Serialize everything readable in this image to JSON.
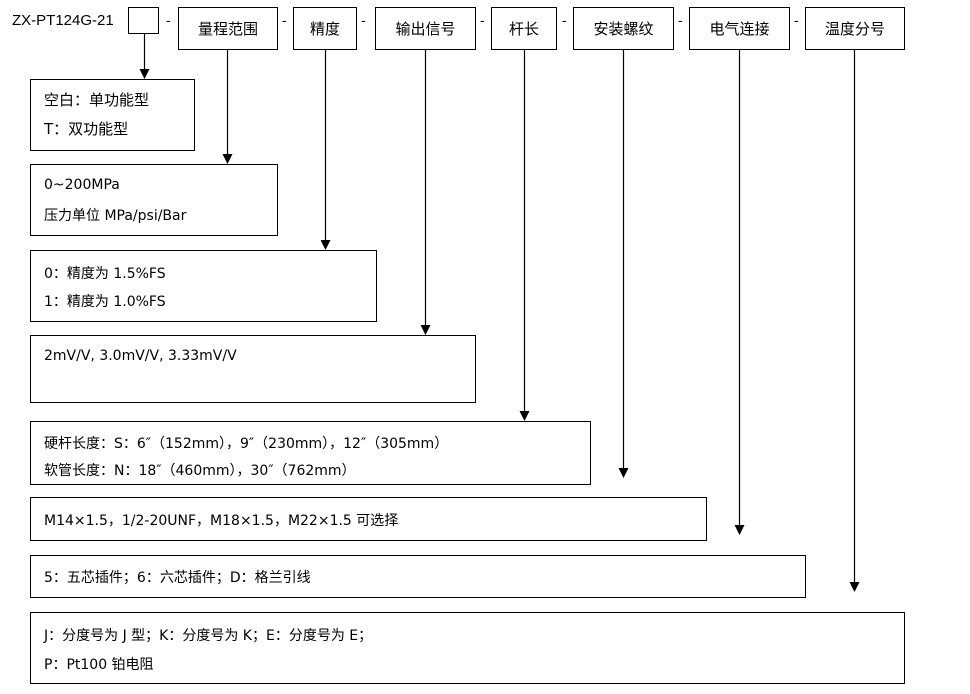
{
  "header": {
    "model_code": "ZX-PT124G-21",
    "dash": "-",
    "fields": [
      {
        "label": "量程范围"
      },
      {
        "label": "精度"
      },
      {
        "label": "输出信号"
      },
      {
        "label": "杆长"
      },
      {
        "label": "安装螺纹"
      },
      {
        "label": "电气连接"
      },
      {
        "label": "温度分号"
      }
    ]
  },
  "options": {
    "function_type": [
      "空白：单功能型",
      "T：双功能型"
    ],
    "range": [
      "0~200MPa",
      "压力单位 MPa/psi/Bar"
    ],
    "accuracy": [
      "0：精度为 1.5%FS",
      "1：精度为 1.0%FS"
    ],
    "output_signal": [
      "2mV/V, 3.0mV/V, 3.33mV/V"
    ],
    "rod_length": [
      "硬杆长度：S：6″（152mm），9″（230mm），12″（305mm）",
      "软管长度：N：18″（460mm），30″（762mm）"
    ],
    "thread": [
      "M14×1.5，1/2-20UNF，M18×1.5，M22×1.5 可选择"
    ],
    "electrical": [
      "5：五芯插件；6：六芯插件；D：格兰引线"
    ],
    "temperature": [
      "J：分度号为 J 型；K：分度号为 K；E：分度号为 E；",
      "P：Pt100 铂电阻"
    ]
  }
}
